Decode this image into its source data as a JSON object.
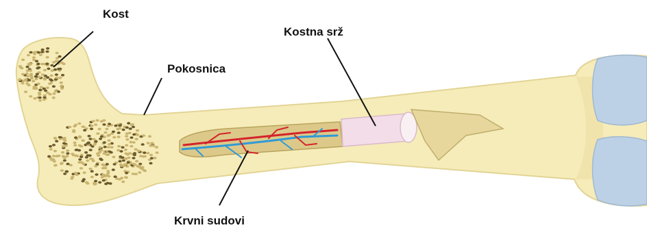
{
  "labels": {
    "bone": "Kost",
    "periosteum": "Pokosnica",
    "marrow": "Kostna srž",
    "vessels": "Krvni sudovi"
  },
  "colors": {
    "bone_fill": "#f6ecb9",
    "bone_stroke": "#e2d495",
    "spongy_dot": "#6b5a2c",
    "marrow_fill": "#f3dde8",
    "cartilage": "#bcd1e6",
    "artery": "#d3232a",
    "vein": "#2f9ad6",
    "cavity": "#dcc98a"
  }
}
